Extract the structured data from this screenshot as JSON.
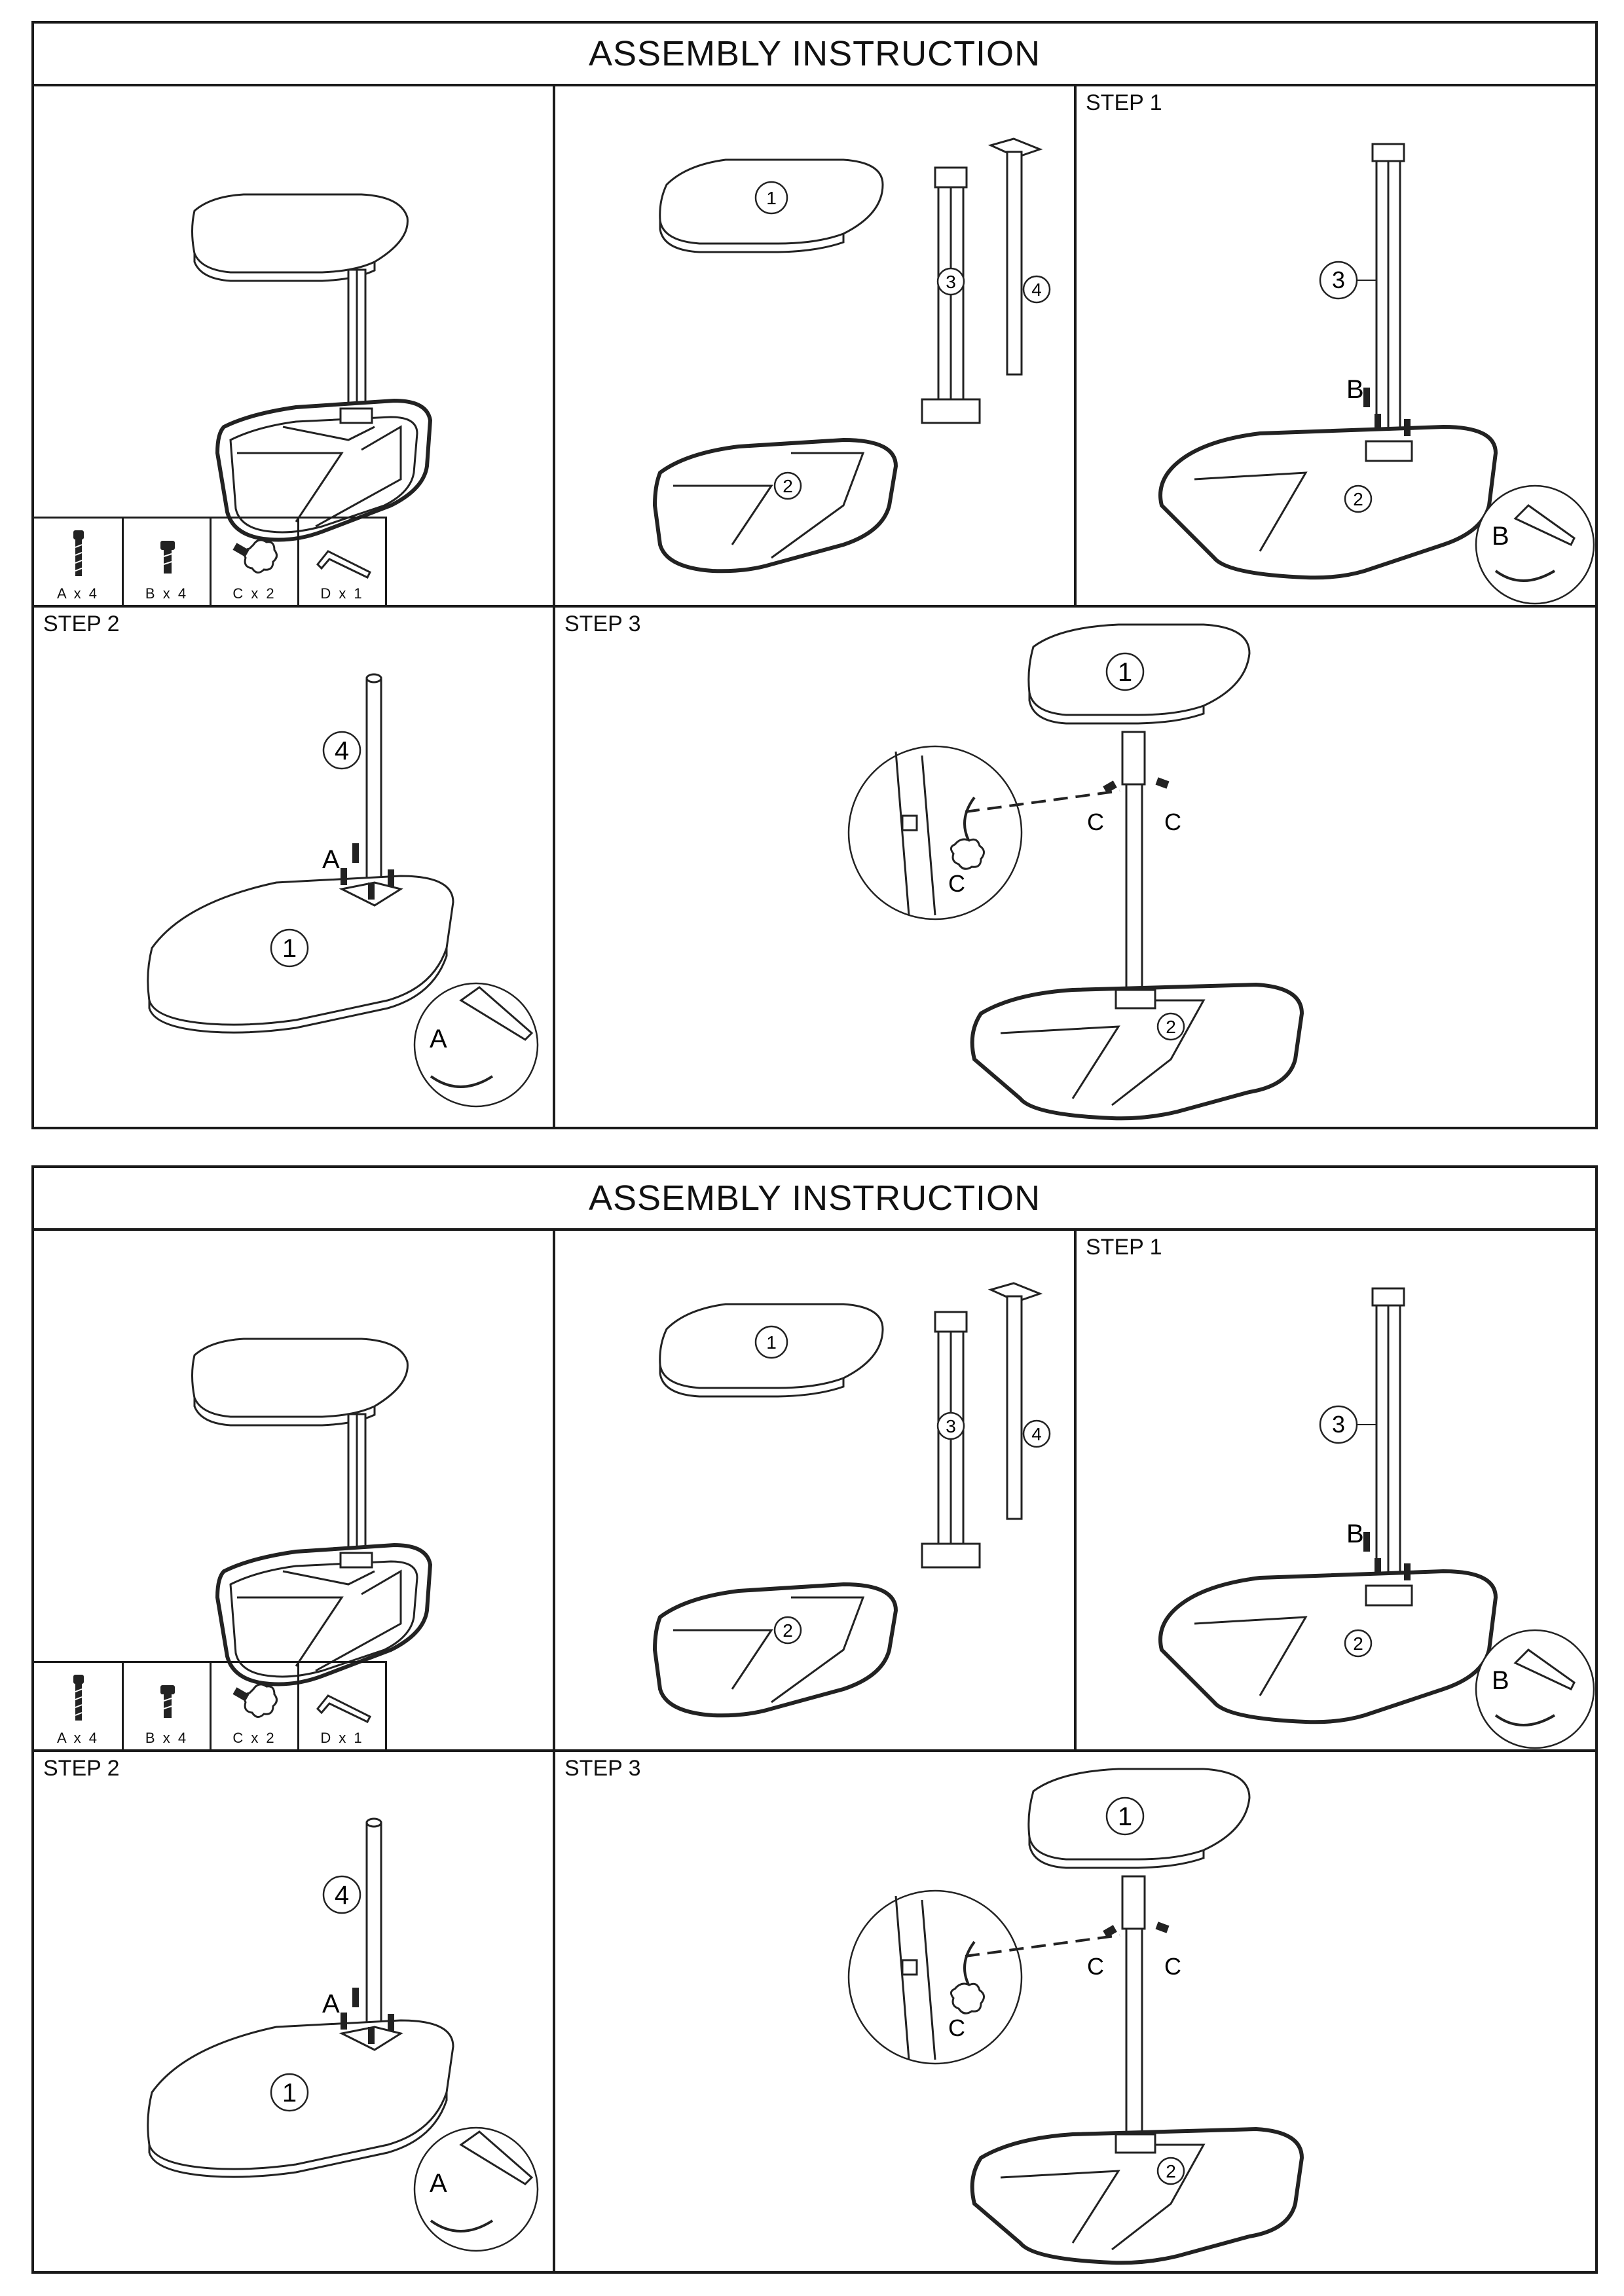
{
  "sheets": [
    {
      "title": "ASSEMBLY INSTRUCTION",
      "hardware": [
        "A x 4",
        "B x 4",
        "C x 2",
        "D x 1"
      ],
      "steps": {
        "step1": "STEP 1",
        "step2": "STEP 2",
        "step3": "STEP 3"
      },
      "part_numbers": {
        "top": "1",
        "base": "2",
        "upper_tube": "3",
        "lower_tube": "4"
      },
      "letters": {
        "a": "A",
        "b": "B",
        "c": "C"
      }
    },
    {
      "title": "ASSEMBLY INSTRUCTION",
      "hardware": [
        "A x 4",
        "B x 4",
        "C x 2",
        "D x 1"
      ],
      "steps": {
        "step1": "STEP 1",
        "step2": "STEP 2",
        "step3": "STEP 3"
      },
      "part_numbers": {
        "top": "1",
        "base": "2",
        "upper_tube": "3",
        "lower_tube": "4"
      },
      "letters": {
        "a": "A",
        "b": "B",
        "c": "C"
      }
    }
  ],
  "icons": [
    "screw-a-icon",
    "screw-b-icon",
    "knob-c-icon",
    "allen-key-d-icon",
    "rotate-arrow-icon"
  ]
}
